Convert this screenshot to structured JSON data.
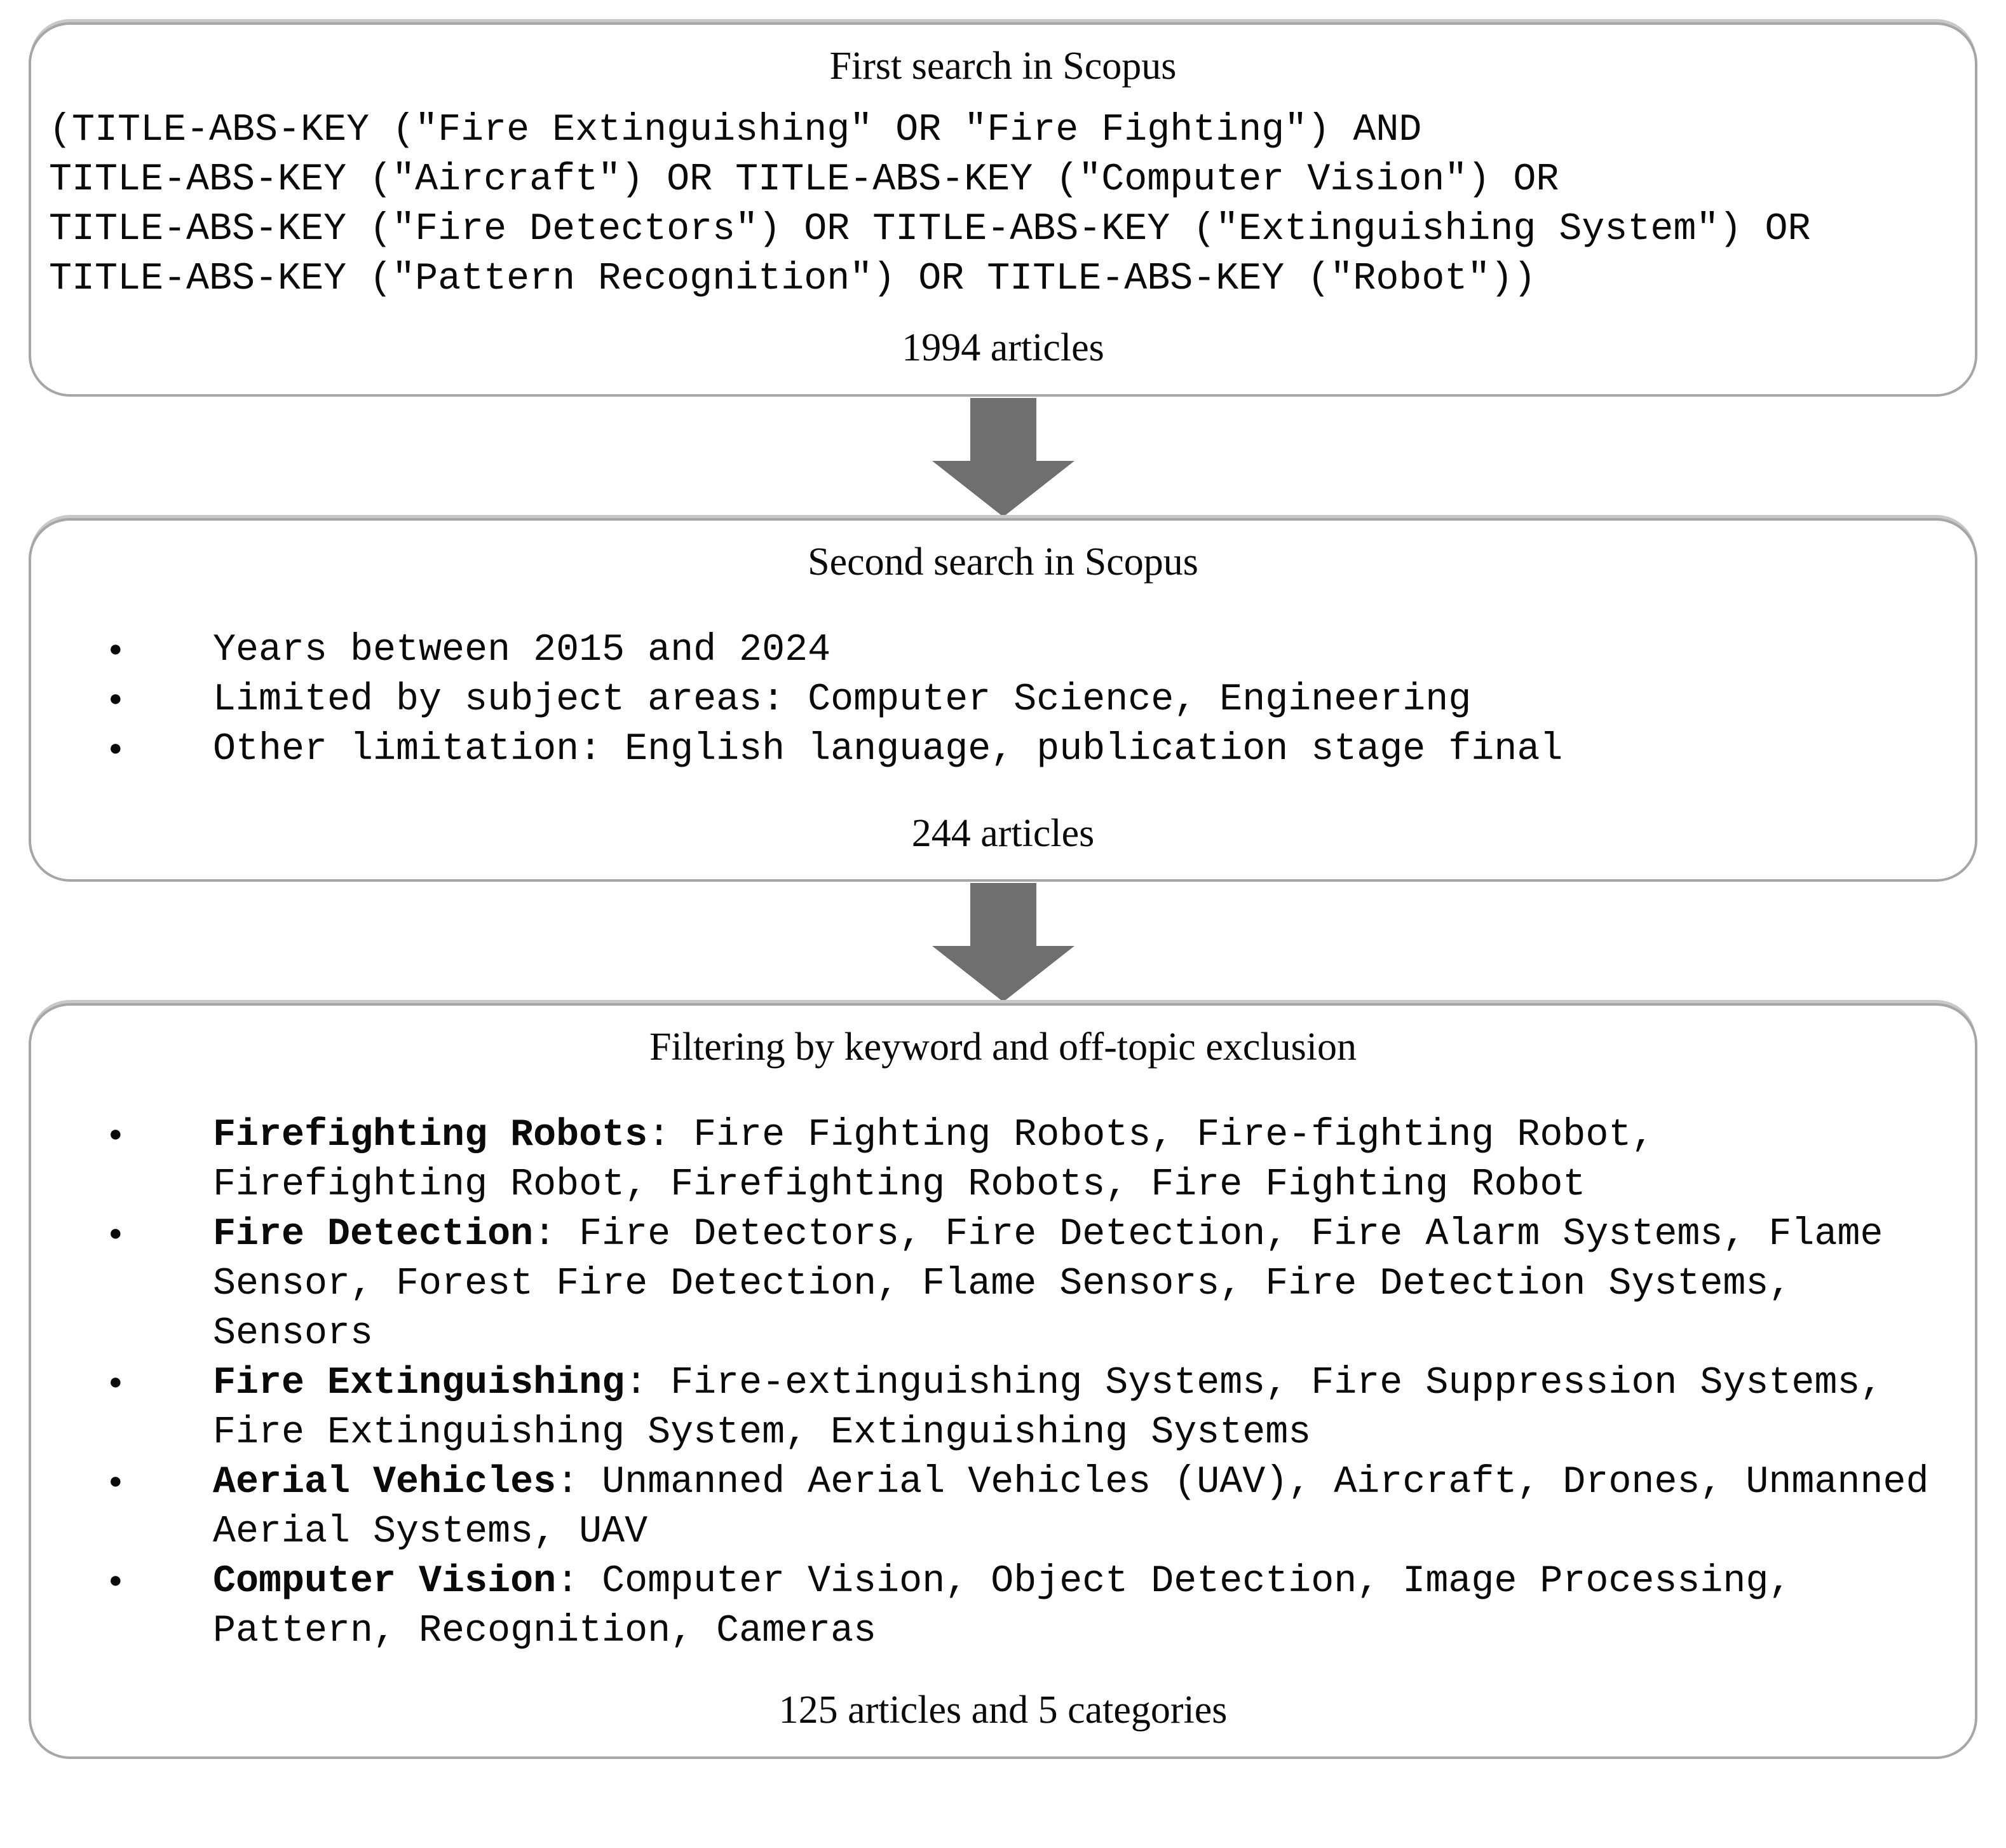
{
  "colors": {
    "box_border": "#a6a6a6",
    "box_shadow": "#c8c8c8",
    "arrow": "#6f6f6f",
    "text": "#0a0a0a"
  },
  "bullet_glyph": "●",
  "box1": {
    "title": "First search in Scopus",
    "query_lines": [
      "(TITLE-ABS-KEY (\"Fire Extinguishing\" OR \"Fire Fighting\") AND",
      "TITLE-ABS-KEY (\"Aircraft\") OR TITLE-ABS-KEY (\"Computer Vision\") OR",
      "TITLE-ABS-KEY (\"Fire Detectors\") OR TITLE-ABS-KEY (\"Extinguishing System\") OR",
      "TITLE-ABS-KEY (\"Pattern Recognition\") OR TITLE-ABS-KEY (\"Robot\"))"
    ],
    "count": "1994 articles"
  },
  "box2": {
    "title": "Second search in Scopus",
    "bullets": [
      "Years between 2015 and 2024",
      "Limited by subject areas: Computer Science, Engineering",
      "Other limitation: English language, publication stage final"
    ],
    "count": "244 articles"
  },
  "box3": {
    "title": "Filtering by keyword and off-topic exclusion",
    "bullets": [
      {
        "label": "Firefighting Robots",
        "rest": ": Fire Fighting Robots, Fire-fighting Robot, Firefighting Robot, Firefighting Robots, Fire Fighting Robot"
      },
      {
        "label": "Fire Detection",
        "rest": ": Fire Detectors, Fire Detection, Fire Alarm Systems, Flame Sensor, Forest Fire Detection, Flame Sensors, Fire Detection Systems, Sensors"
      },
      {
        "label": "Fire Extinguishing",
        "rest": ": Fire-extinguishing Systems, Fire Suppression Systems, Fire Extinguishing System, Extinguishing Systems"
      },
      {
        "label": "Aerial Vehicles",
        "rest": ": Unmanned Aerial Vehicles (UAV), Aircraft, Drones, Unmanned Aerial Systems, UAV"
      },
      {
        "label": "Computer Vision",
        "rest": ": Computer Vision, Object Detection, Image Processing, Pattern, Recognition, Cameras"
      }
    ],
    "count": "125 articles and 5 categories"
  }
}
